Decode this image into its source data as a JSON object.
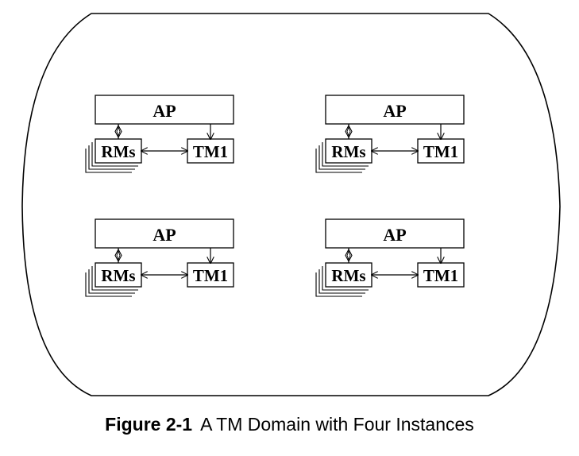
{
  "caption": {
    "figure_number": "Figure 2-1",
    "title": "A TM Domain with Four Instances"
  },
  "domain": {
    "instances": [
      {
        "ap_label": "AP",
        "rms_label": "RMs",
        "tm_label": "TM1"
      },
      {
        "ap_label": "AP",
        "rms_label": "RMs",
        "tm_label": "TM1"
      },
      {
        "ap_label": "AP",
        "rms_label": "RMs",
        "tm_label": "TM1"
      },
      {
        "ap_label": "AP",
        "rms_label": "RMs",
        "tm_label": "TM1"
      }
    ]
  },
  "colors": {
    "stroke": "#000000",
    "background": "#ffffff"
  }
}
